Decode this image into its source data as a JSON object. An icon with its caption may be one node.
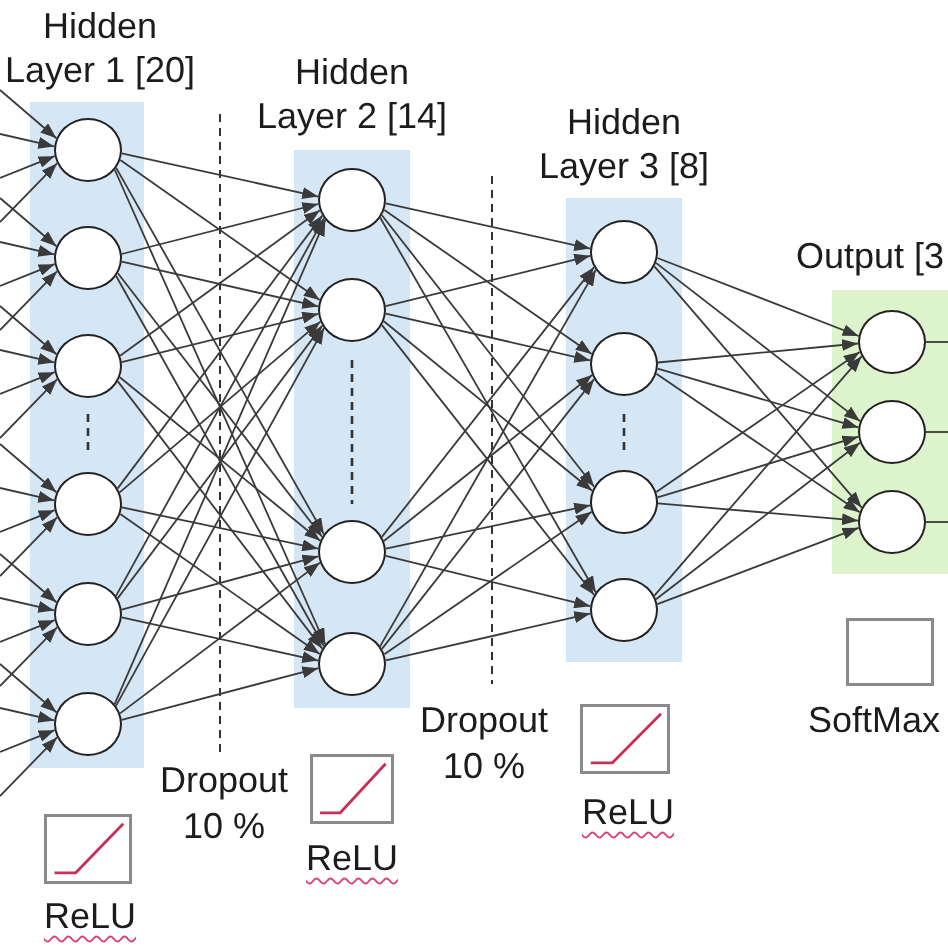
{
  "diagram": {
    "nodes": [
      {
        "text": [
          "Hidden Layer 1 [20]"
        ]
      },
      {
        "text": [],
        "shape": "circle",
        "in": 0
      },
      {
        "text": [],
        "shape": "circle",
        "in": 0
      },
      {
        "text": [],
        "shape": "circle",
        "in": 0
      },
      {
        "text": [],
        "shape": "circle",
        "in": 0
      },
      {
        "text": [],
        "shape": "circle",
        "in": 0
      },
      {
        "text": [],
        "shape": "circle",
        "in": 0
      },
      {
        "text": [
          "Hidden Layer 2 [14]"
        ]
      },
      {
        "text": [],
        "shape": "circle",
        "in": 7
      },
      {
        "text": [],
        "shape": "circle",
        "in": 7
      },
      {
        "text": [],
        "shape": "circle",
        "in": 7
      },
      {
        "text": [],
        "shape": "circle",
        "in": 7
      },
      {
        "text": [
          "Hidden Layer 3 [8]"
        ]
      },
      {
        "text": [],
        "shape": "circle",
        "in": 12
      },
      {
        "text": [],
        "shape": "circle",
        "in": 12
      },
      {
        "text": [],
        "shape": "circle",
        "in": 12
      },
      {
        "text": [],
        "shape": "circle",
        "in": 12
      },
      {
        "text": [
          "Output [3"
        ]
      },
      {
        "text": [],
        "shape": "circle",
        "in": 17
      },
      {
        "text": [],
        "shape": "circle",
        "in": 17
      },
      {
        "text": [],
        "shape": "circle",
        "in": 17
      }
    ],
    "edges": [
      {
        "from": null,
        "to": 1,
        "arrow": "to"
      },
      {
        "from": null,
        "to": 1,
        "arrow": "to"
      },
      {
        "from": null,
        "to": 1,
        "arrow": "to"
      },
      {
        "from": null,
        "to": 1,
        "arrow": "to"
      },
      {
        "from": null,
        "to": 2,
        "arrow": "to"
      },
      {
        "from": null,
        "to": 2,
        "arrow": "to"
      },
      {
        "from": null,
        "to": 2,
        "arrow": "to"
      },
      {
        "from": null,
        "to": 2,
        "arrow": "to"
      },
      {
        "from": null,
        "to": 3,
        "arrow": "to"
      },
      {
        "from": null,
        "to": 3,
        "arrow": "to"
      },
      {
        "from": null,
        "to": 3,
        "arrow": "to"
      },
      {
        "from": null,
        "to": 3,
        "arrow": "to"
      },
      {
        "from": null,
        "to": 4,
        "arrow": "to"
      },
      {
        "from": null,
        "to": 4,
        "arrow": "to"
      },
      {
        "from": null,
        "to": 4,
        "arrow": "to"
      },
      {
        "from": null,
        "to": 4,
        "arrow": "to"
      },
      {
        "from": null,
        "to": 5,
        "arrow": "to"
      },
      {
        "from": null,
        "to": 5,
        "arrow": "to"
      },
      {
        "from": null,
        "to": 5,
        "arrow": "to"
      },
      {
        "from": null,
        "to": 5,
        "arrow": "to"
      },
      {
        "from": null,
        "to": 6,
        "arrow": "to"
      },
      {
        "from": null,
        "to": 6,
        "arrow": "to"
      },
      {
        "from": null,
        "to": 6,
        "arrow": "to"
      },
      {
        "from": null,
        "to": 6,
        "arrow": "to"
      },
      {
        "from": 1,
        "to": 8,
        "arrow": "to"
      },
      {
        "from": 1,
        "to": 9,
        "arrow": "to"
      },
      {
        "from": 1,
        "to": 10,
        "arrow": "to"
      },
      {
        "from": 1,
        "to": 11,
        "arrow": "to"
      },
      {
        "from": 2,
        "to": 8,
        "arrow": "to"
      },
      {
        "from": 2,
        "to": 9,
        "arrow": "to"
      },
      {
        "from": 2,
        "to": 10,
        "arrow": "to"
      },
      {
        "from": 2,
        "to": 11,
        "arrow": "to"
      },
      {
        "from": 3,
        "to": 8,
        "arrow": "to"
      },
      {
        "from": 3,
        "to": 9,
        "arrow": "to"
      },
      {
        "from": 3,
        "to": 10,
        "arrow": "to"
      },
      {
        "from": 3,
        "to": 11,
        "arrow": "to"
      },
      {
        "from": 4,
        "to": 8,
        "arrow": "to"
      },
      {
        "from": 4,
        "to": 9,
        "arrow": "to"
      },
      {
        "from": 4,
        "to": 10,
        "arrow": "to"
      },
      {
        "from": 4,
        "to": 11,
        "arrow": "to"
      },
      {
        "from": 5,
        "to": 8,
        "arrow": "to"
      },
      {
        "from": 5,
        "to": 9,
        "arrow": "to"
      },
      {
        "from": 5,
        "to": 10,
        "arrow": "to"
      },
      {
        "from": 5,
        "to": 11,
        "arrow": "to"
      },
      {
        "from": 6,
        "to": 8,
        "arrow": "to"
      },
      {
        "from": 6,
        "to": 9,
        "arrow": "to"
      },
      {
        "from": 6,
        "to": 10,
        "arrow": "to"
      },
      {
        "from": 6,
        "to": 11,
        "arrow": "to"
      },
      {
        "from": 8,
        "to": 13,
        "arrow": "to"
      },
      {
        "from": 8,
        "to": 14,
        "arrow": "to"
      },
      {
        "from": 8,
        "to": 15,
        "arrow": "to"
      },
      {
        "from": 8,
        "to": 16,
        "arrow": "to"
      },
      {
        "from": 9,
        "to": 13,
        "arrow": "to"
      },
      {
        "from": 9,
        "to": 14,
        "arrow": "to"
      },
      {
        "from": 9,
        "to": 15,
        "arrow": "to"
      },
      {
        "from": 9,
        "to": 16,
        "arrow": "to"
      },
      {
        "from": 10,
        "to": 13,
        "arrow": "to"
      },
      {
        "from": 10,
        "to": 14,
        "arrow": "to"
      },
      {
        "from": 10,
        "to": 15,
        "arrow": "to"
      },
      {
        "from": 10,
        "to": 16,
        "arrow": "to"
      },
      {
        "from": 11,
        "to": 13,
        "arrow": "to"
      },
      {
        "from": 11,
        "to": 14,
        "arrow": "to"
      },
      {
        "from": 11,
        "to": 15,
        "arrow": "to"
      },
      {
        "from": 11,
        "to": 16,
        "arrow": "to"
      },
      {
        "from": 13,
        "to": 18,
        "arrow": "to"
      },
      {
        "from": 13,
        "to": 19,
        "arrow": "to"
      },
      {
        "from": 13,
        "to": 20,
        "arrow": "to"
      },
      {
        "from": 14,
        "to": 18,
        "arrow": "to"
      },
      {
        "from": 14,
        "to": 19,
        "arrow": "to"
      },
      {
        "from": 14,
        "to": 20,
        "arrow": "to"
      },
      {
        "from": 15,
        "to": 18,
        "arrow": "to"
      },
      {
        "from": 15,
        "to": 19,
        "arrow": "to"
      },
      {
        "from": 15,
        "to": 20,
        "arrow": "to"
      },
      {
        "from": 16,
        "to": 18,
        "arrow": "to"
      },
      {
        "from": 16,
        "to": 19,
        "arrow": "to"
      },
      {
        "from": 16,
        "to": 20,
        "arrow": "to"
      },
      {
        "from": 18,
        "to": null,
        "arrow": "none"
      },
      {
        "from": 19,
        "to": null,
        "arrow": "none"
      },
      {
        "from": 20,
        "to": null,
        "arrow": "none"
      }
    ],
    "labels": [
      "ReLU",
      "Dropout 10 %",
      "ReLU",
      "Dropout 10 %",
      "ReLU",
      "SoftMax"
    ]
  }
}
